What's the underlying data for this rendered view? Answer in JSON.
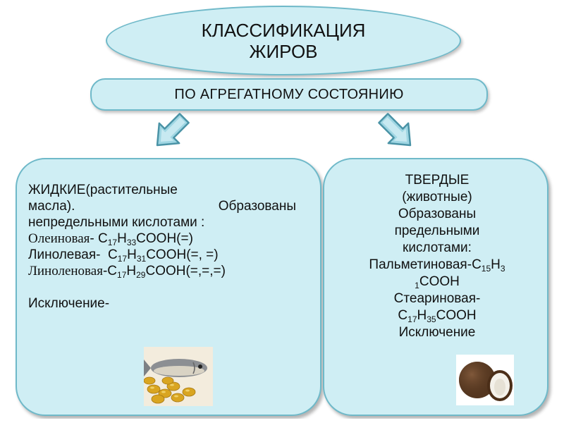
{
  "title": {
    "line1": "КЛАССИФИКАЦИЯ",
    "line2": "ЖИРОВ"
  },
  "subtitle": "ПО АГРЕГАТНОМУ СОСТОЯНИЮ",
  "liquid": {
    "heading": "ЖИДКИЕ(растительные",
    "line2_left": "масла).",
    "line2_right": "Образованы",
    "line3": "непредельными кислотами :",
    "acids": [
      {
        "name": "Олеиновая",
        "sep": "- ",
        "c": "C",
        "c_sub": "17",
        "h": "H",
        "h_sub": "33",
        "tail": "COOH(=)"
      },
      {
        "name": "Линолевая",
        "sep": "-  ",
        "c": "C",
        "c_sub": "17",
        "h": "H",
        "h_sub": "31",
        "tail": "COOH(=, =)"
      },
      {
        "name": "Линоленовая",
        "sep": "-",
        "c": "C",
        "c_sub": "17",
        "h": "H",
        "h_sub": "29",
        "tail": "COOH(=,=,=)"
      }
    ],
    "exception": "Исключение-"
  },
  "solid": {
    "line1": "ТВЕРДЫЕ",
    "line2": "(животные)",
    "line3": "Образованы",
    "line4": "предельными",
    "line5": "кислотами:",
    "palm_name": "Пальметиновая-",
    "palm_c": "C",
    "palm_c_sub": "15",
    "palm_h": "H",
    "palm_h_sub_a": "3",
    "palm_h_sub_b": "1",
    "palm_tail": "COOH",
    "stear_name": "Стеариновая-",
    "stear_c": "C",
    "stear_c_sub": "17",
    "stear_h": "H",
    "stear_h_sub": "35",
    "stear_tail": "COOH",
    "exception": "Исключение"
  },
  "colors": {
    "box_fill": "#cfeef4",
    "box_border": "#6fb9c9",
    "arrow_fill": "#9fd6e3"
  },
  "icons": {
    "left_arrow": "down-left-arrow-icon",
    "right_arrow": "down-right-arrow-icon",
    "fish_image": "fish-oil-image",
    "coconut_image": "coconut-image"
  }
}
